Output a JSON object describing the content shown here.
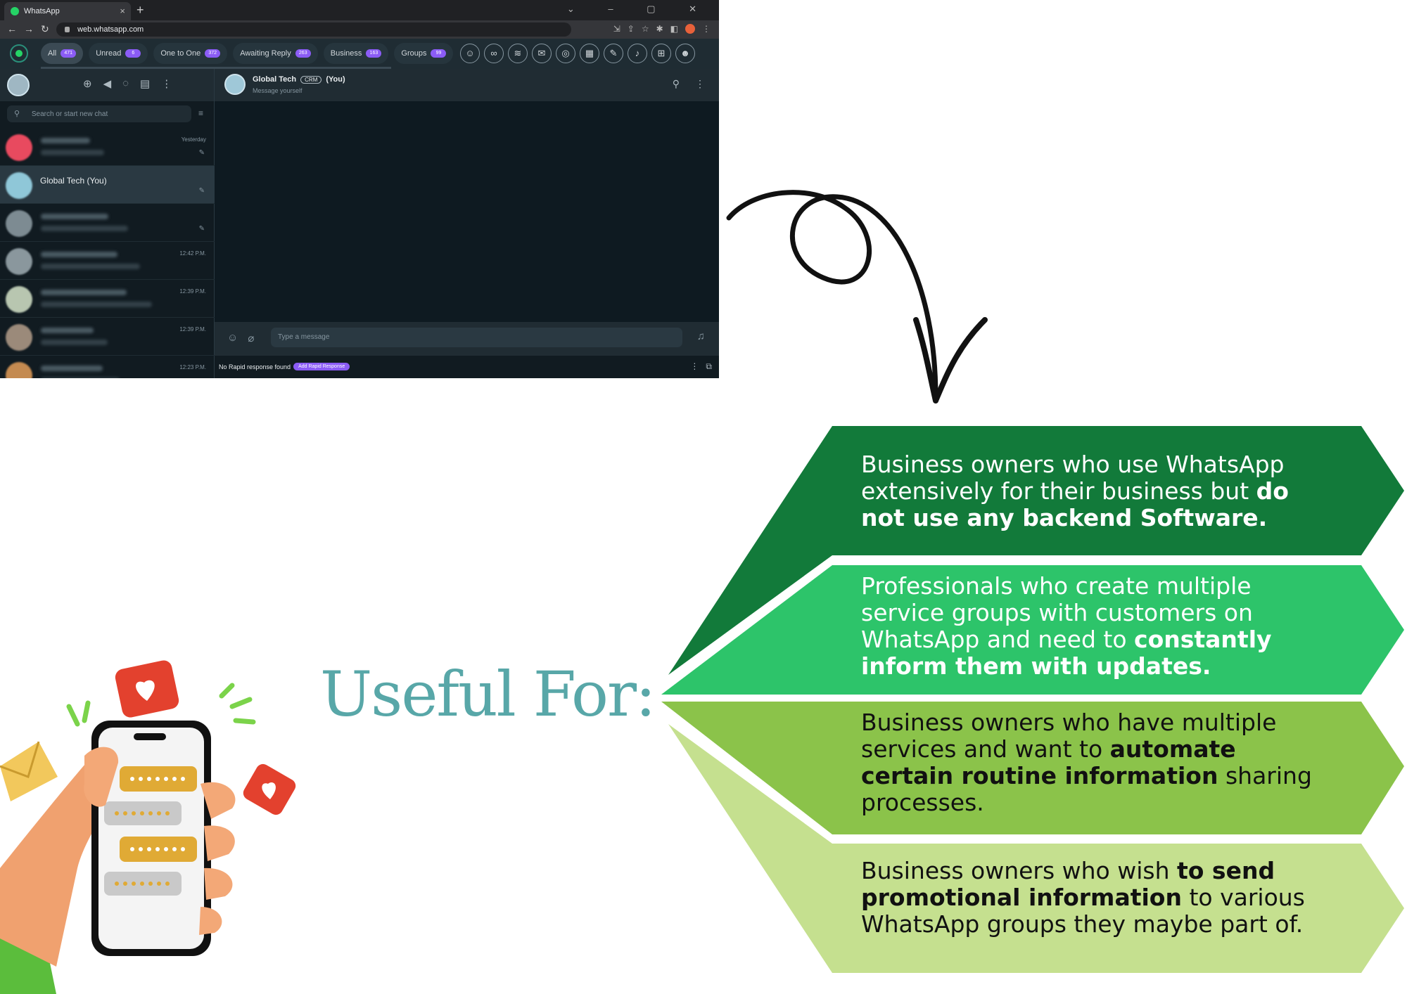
{
  "browser": {
    "tab_title": "WhatsApp",
    "tab_close": "×",
    "new_tab": "+",
    "window_controls": "⌄ – ▢ ✕",
    "url": "web.whatsapp.com"
  },
  "crm_tabs": [
    {
      "label": "All",
      "badge": "471"
    },
    {
      "label": "Unread",
      "badge": "6"
    },
    {
      "label": "One to One",
      "badge": "372"
    },
    {
      "label": "Awaiting Reply",
      "badge": "263"
    },
    {
      "label": "Business",
      "badge": "163"
    },
    {
      "label": "Groups",
      "badge": "99"
    }
  ],
  "sidebar": {
    "search_placeholder": "Search or start new chat",
    "chats": [
      {
        "name": "",
        "time": "Yesterday",
        "pinned": true,
        "color": "#e84a5f"
      },
      {
        "name": "Global Tech (You)",
        "time": "",
        "pinned": true,
        "color": "#8fc7d8"
      },
      {
        "name": "",
        "time": "",
        "pinned": true,
        "color": "#7d8b92"
      },
      {
        "name": "",
        "time": "12:42 P.M.",
        "pinned": false,
        "color": "#8a979d"
      },
      {
        "name": "",
        "time": "12:39 P.M.",
        "pinned": false,
        "color": "#b8c6b0"
      },
      {
        "name": "",
        "time": "12:39 P.M.",
        "pinned": false,
        "color": "#9b8a7a"
      },
      {
        "name": "",
        "time": "12:23 P.M.",
        "pinned": false,
        "color": "#c48a50"
      }
    ]
  },
  "conversation": {
    "title": "Global Tech",
    "chip": "CRM",
    "you": "(You)",
    "subtitle": "Message yourself",
    "input_placeholder": "Type a message",
    "rapid_text": "No Rapid response found",
    "rapid_button": "Add Rapid Response"
  },
  "useful_for": {
    "heading": "Useful For:",
    "items": [
      {
        "lines": [
          [
            {
              "t": "Business owners who use WhatsApp",
              "b": false
            }
          ],
          [
            {
              "t": "extensively for their business but ",
              "b": false
            },
            {
              "t": "do",
              "b": true
            }
          ],
          [
            {
              "t": "not use any backend Software.",
              "b": true
            }
          ]
        ],
        "color": "#127a3a"
      },
      {
        "lines": [
          [
            {
              "t": "Professionals who create multiple",
              "b": false
            }
          ],
          [
            {
              "t": "service groups with customers on",
              "b": false
            }
          ],
          [
            {
              "t": "WhatsApp and need to ",
              "b": false
            },
            {
              "t": "constantly",
              "b": true
            }
          ],
          [
            {
              "t": "inform them with updates.",
              "b": true
            }
          ]
        ],
        "color": "#2dc46a"
      },
      {
        "lines": [
          [
            {
              "t": "Business owners who have multiple",
              "b": false
            }
          ],
          [
            {
              "t": "services and want to ",
              "b": false
            },
            {
              "t": "automate",
              "b": true
            }
          ],
          [
            {
              "t": "certain routine information",
              "b": true
            },
            {
              "t": " sharing",
              "b": false
            }
          ],
          [
            {
              "t": "processes.",
              "b": false
            }
          ]
        ],
        "color": "#8bc34a"
      },
      {
        "lines": [
          [
            {
              "t": "Business owners who wish ",
              "b": false
            },
            {
              "t": "to send",
              "b": true
            }
          ],
          [
            {
              "t": "promotional information",
              "b": true
            },
            {
              "t": " to various",
              "b": false
            }
          ],
          [
            {
              "t": "WhatsApp groups they maybe part of.",
              "b": false
            }
          ]
        ],
        "color": "#c5e08f"
      }
    ]
  }
}
